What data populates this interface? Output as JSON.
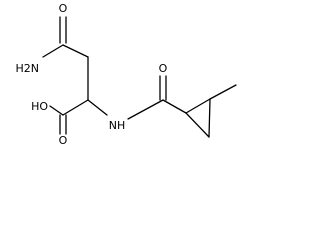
{
  "molecule": {
    "labels": {
      "amide_o": "O",
      "amide_nh2": "H2N",
      "acid_oh": "HO",
      "acid_o": "O",
      "nh": "NH",
      "carbonyl_o": "O"
    }
  }
}
